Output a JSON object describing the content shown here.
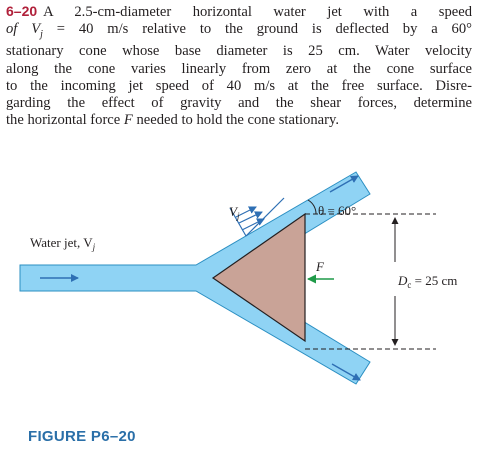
{
  "problem": {
    "number": "6–20",
    "lines": [
      "A 2.5-cm-diameter horizontal water jet with a speed",
      "of V",
      "j",
      " = 40 m/s relative to the ground is deflected by a 60°",
      "stationary cone whose base diameter is 25 cm. Water velocity",
      "along the cone varies linearly from zero at the cone surface",
      "to the incoming jet speed of 40 m/s at the free surface. Disre-",
      "garding the effect of gravity and the shear forces, determine",
      "the horizontal force ",
      "F",
      " needed to hold the cone stationary."
    ]
  },
  "figure": {
    "caption": "FIGURE P6–20",
    "labels": {
      "vj_main": "V",
      "vj_sub": "j",
      "theta": "θ = 60°",
      "water_jet": "Water jet, V",
      "water_jet_sub": "j",
      "force": "F",
      "dc_main": "D",
      "dc_sub": "c",
      "dc_value": " = 25 cm"
    },
    "colors": {
      "water": "#8fd3f4",
      "cone": "#c9a397",
      "arrow": "#2e6fb4",
      "force_arrow": "#1f9a48"
    }
  }
}
